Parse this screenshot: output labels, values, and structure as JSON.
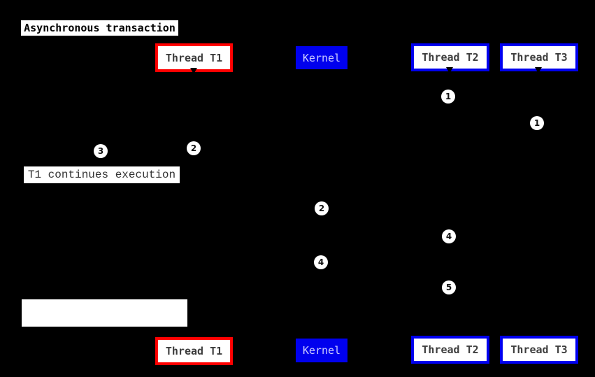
{
  "colors": {
    "background": "#000000",
    "red": "#ff0000",
    "blue": "#0000ee",
    "kernel_text": "#ccccff",
    "actor_text": "#3d3d3d",
    "note_text": "#333333",
    "note_bg": "#ffffff",
    "title_text": "#000000",
    "badge_bg": "#ffffff",
    "badge_text": "#111111"
  },
  "title": {
    "label": "Asynchronous transaction"
  },
  "actors": {
    "t1": {
      "label": "Thread T1"
    },
    "kernel": {
      "label": "Kernel"
    },
    "t2": {
      "label": "Thread T2"
    },
    "t3": {
      "label": "Thread T3"
    }
  },
  "notes": {
    "t1_continues": {
      "label": "T1 continues execution"
    },
    "empty": {
      "label": ""
    }
  },
  "badges": [
    {
      "label": "1"
    },
    {
      "label": "1"
    },
    {
      "label": "2"
    },
    {
      "label": "3"
    },
    {
      "label": "2"
    },
    {
      "label": "4"
    },
    {
      "label": "4"
    },
    {
      "label": "5"
    }
  ]
}
